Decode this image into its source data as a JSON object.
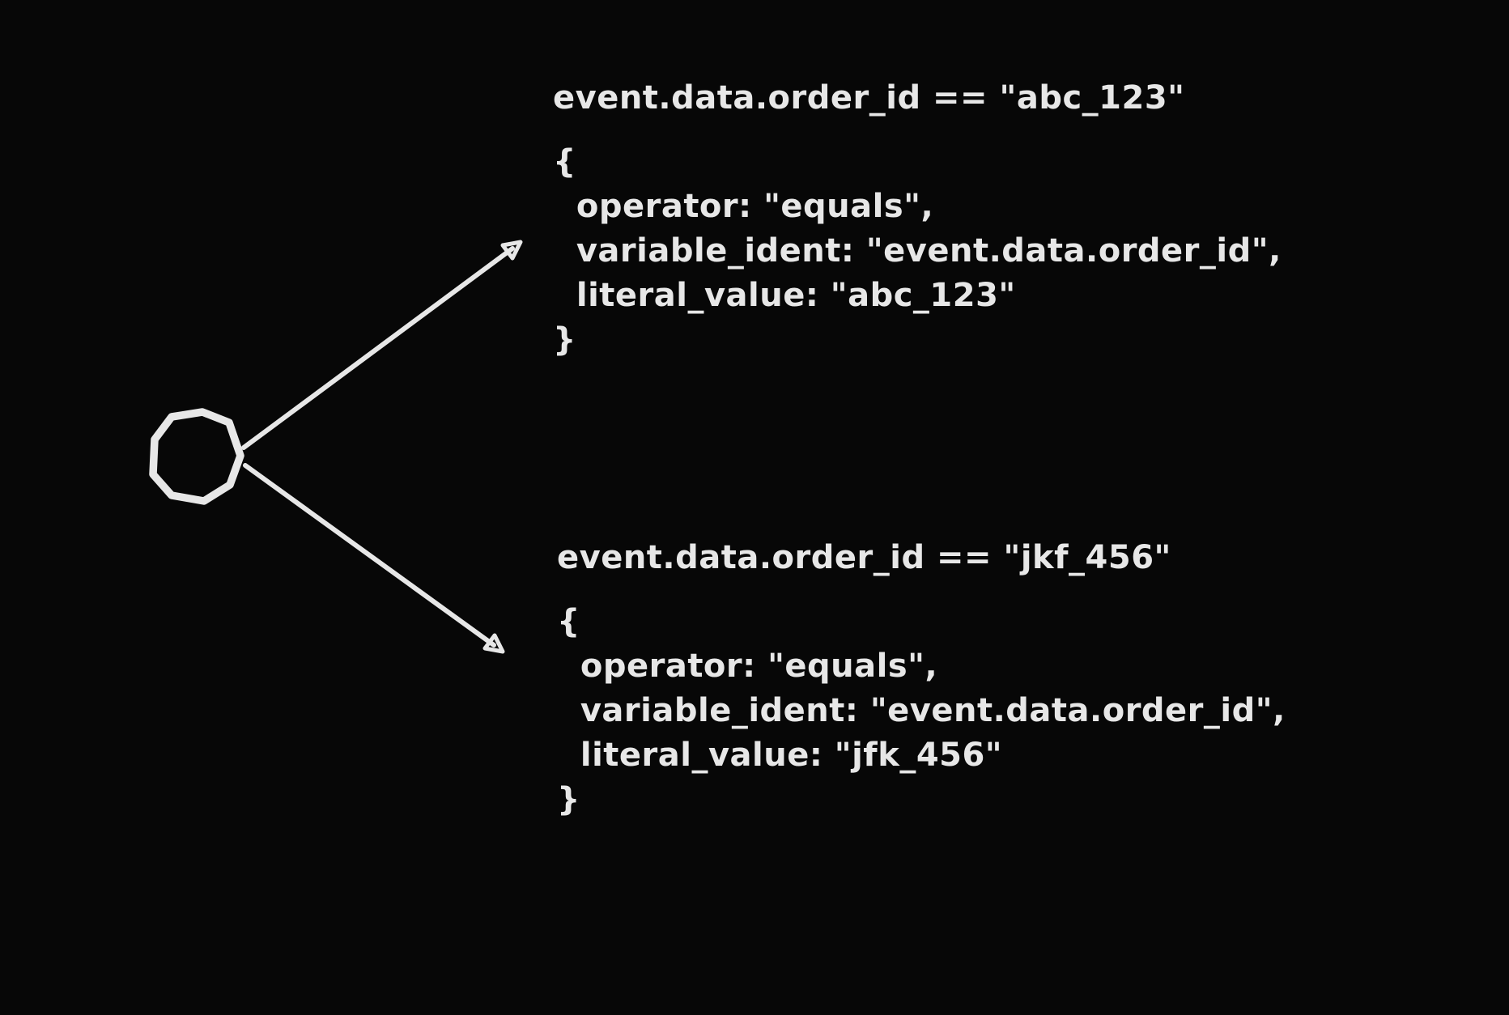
{
  "canvas": {
    "background": "#070707",
    "ink": "#e7e7e7",
    "node_shape": "hand-drawn-circle"
  },
  "branches": [
    {
      "title": "event.data.order_id == \"abc_123\"",
      "code_lines": [
        "{",
        "  operator: \"equals\",",
        "  variable_ident: \"event.data.order_id\",",
        "  literal_value: \"abc_123\"",
        "}"
      ]
    },
    {
      "title": "event.data.order_id == \"jkf_456\"",
      "code_lines": [
        "{",
        "  operator: \"equals\",",
        "  variable_ident: \"event.data.order_id\",",
        "  literal_value: \"jfk_456\"",
        "}"
      ]
    }
  ]
}
